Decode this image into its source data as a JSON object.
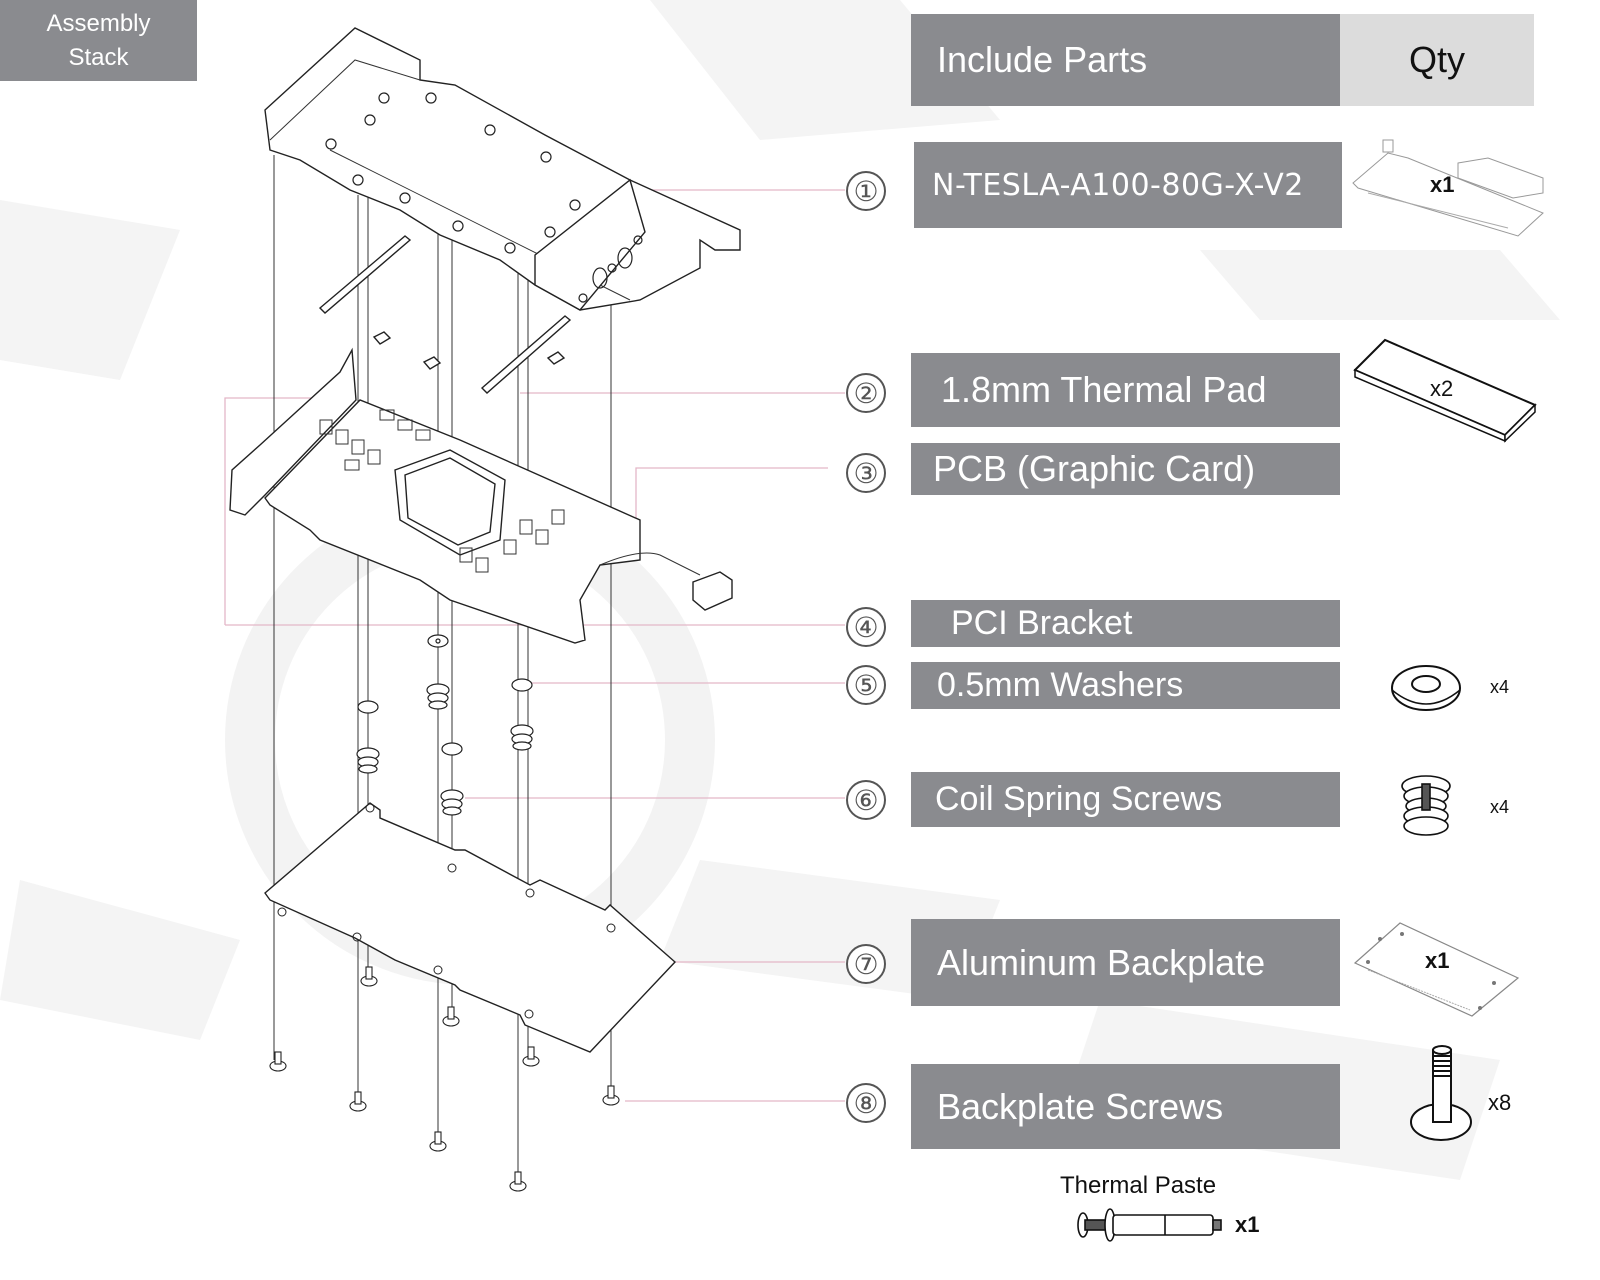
{
  "assembly_label": {
    "line1": "Assembly",
    "line2": "Stack"
  },
  "table_header": {
    "parts": "Include Parts",
    "qty": "Qty"
  },
  "parts": [
    {
      "number": "①",
      "name": "N-TESLA-A100-80G-X-V2",
      "qty": "x1",
      "icon": "water-block-icon"
    },
    {
      "number": "②",
      "name": "1.8mm Thermal Pad",
      "qty": "x2",
      "icon": "thermal-pad-icon"
    },
    {
      "number": "③",
      "name": "PCB (Graphic Card)",
      "qty": "",
      "icon": ""
    },
    {
      "number": "④",
      "name": "PCI Bracket",
      "qty": "",
      "icon": ""
    },
    {
      "number": "⑤",
      "name": "0.5mm Washers",
      "qty": "x4",
      "icon": "washer-icon"
    },
    {
      "number": "⑥",
      "name": "Coil Spring Screws",
      "qty": "x4",
      "icon": "coil-spring-screw-icon"
    },
    {
      "number": "⑦",
      "name": "Aluminum Backplate",
      "qty": "x1",
      "icon": "backplate-icon"
    },
    {
      "number": "⑧",
      "name": "Backplate Screws",
      "qty": "x8",
      "icon": "backplate-screw-icon"
    }
  ],
  "extra": {
    "label": "Thermal Paste",
    "qty": "x1",
    "icon": "thermal-paste-syringe-icon"
  },
  "colors": {
    "bar": "#8a8b8f",
    "qty_header": "#dcdcdc",
    "leader": "#e3b7c8"
  }
}
